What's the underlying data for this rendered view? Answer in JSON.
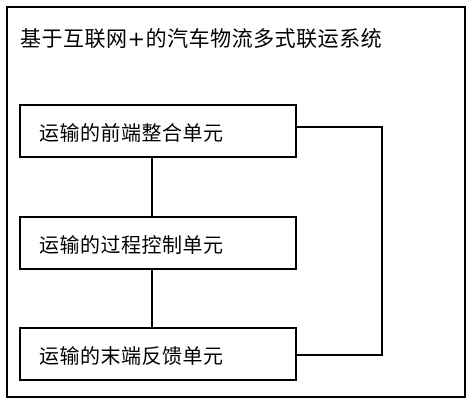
{
  "system": {
    "title": "基于互联网+的汽车物流多式联运系统"
  },
  "units": [
    {
      "label": "运输的前端整合单元"
    },
    {
      "label": "运输的过程控制单元"
    },
    {
      "label": "运输的末端反馈单元"
    }
  ]
}
